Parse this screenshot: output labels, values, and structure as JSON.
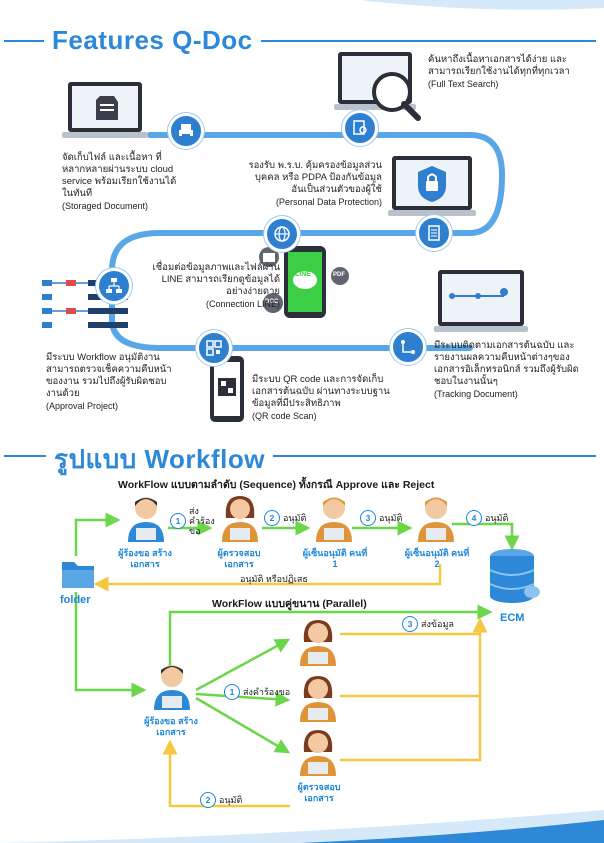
{
  "features": {
    "heading": "Features Q-Doc",
    "items": [
      {
        "th": "ค้นหาถึงเนื้อหาเอกสารได้ง่าย และสามารถเรียกใช้งานได้ทุกที่ทุกเวลา",
        "en": "(Full Text Search)",
        "icon": "doc-search-icon"
      },
      {
        "th": "จัดเก็บไฟล์ และเนื้อหา ที่หลากหลายผ่านระบบ cloud service พร้อมเรียกใช้งานได้ในทันที",
        "en": "(Storaged Document)",
        "icon": "print-icon"
      },
      {
        "th": "รองรับ พ.ร.บ. คุ้มครองข้อมูลส่วนบุคคล หรือ PDPA ป้องกันข้อมูลอันเป็นส่วนตัวของผู้ใช้",
        "en": "(Personal Data Protection)",
        "icon": "scroll-icon"
      },
      {
        "th": "เชื่อมต่อข้อมูลภาพและไฟล์ผ่าน LINE สามารถเรียกดูข้อมูลได้อย่างง่ายดาย",
        "en": "(Connection LINE)",
        "icon": "globe-icon"
      },
      {
        "th": "มีระบบ Workflow อนุมัติงาน สามารถตรวจเช็คความคืบหน้าของงาน รวมไปถึงผู้รับผิดชอบงานด้วย",
        "en": "(Approval Project)",
        "icon": "flowchart-icon"
      },
      {
        "th": "มีระบบติดตามเอกสารต้นฉบับ และรายงานผลความคืบหน้าต่างๆของเอกสารอิเล็กทรอนิกส์ รวมถึงผู้รับผิดชอบในงานนั้นๆ",
        "en": "(Tracking Document)",
        "icon": "route-icon"
      },
      {
        "th": "มีระบบ QR code และการจัดเก็บเอกสารต้นฉบับ ผ่านทางระบบฐานข้อมูลที่มีประสิทธิภาพ",
        "en": "(QR code Scan)",
        "icon": "qr-icon"
      }
    ],
    "line_label": "LINE",
    "doc_label": "DOC",
    "pdf_label": "PDF",
    "doc2_label": "DOC"
  },
  "workflow": {
    "heading": "รูปแบบ Workflow",
    "sequence_title": "WorkFlow แบบตามลำดับ (Sequence) ทั้งกรณี Approve และ Reject",
    "parallel_title": "WorkFlow แบบคู่ขนาน (Parallel)",
    "folder_label": "folder",
    "ecm_label": "ECM",
    "seq_people": [
      "ผู้ร้องขอ สร้างเอกสาร",
      "ผู้ตรวจสอบ เอกสาร",
      "ผู้เซ็นอนุมัติ คนที่ 1",
      "ผู้เซ็นอนุมัติ คนที่ 2"
    ],
    "seq_steps": [
      {
        "num": "1",
        "text": "ส่งคำร้องขอ"
      },
      {
        "num": "2",
        "text": "อนุมัติ"
      },
      {
        "num": "3",
        "text": "อนุมัติ"
      },
      {
        "num": "4",
        "text": "อนุมัติ"
      }
    ],
    "return_text": "อนุมัติ หรือปฏิเสธ",
    "par_requester": "ผู้ร้องขอ สร้างเอกสาร",
    "par_reviewers": "ผู้ตรวจสอบ เอกสาร",
    "par_steps": [
      {
        "num": "1",
        "text": "ส่งคำร้องขอ"
      },
      {
        "num": "2",
        "text": "อนุมัติ"
      },
      {
        "num": "3",
        "text": "ส่งข้อมูล"
      }
    ]
  },
  "colors": {
    "blue": "#2e88d8",
    "green": "#6cd64a",
    "yellow": "#f5c842",
    "dark_blue": "#1f3f6e"
  }
}
